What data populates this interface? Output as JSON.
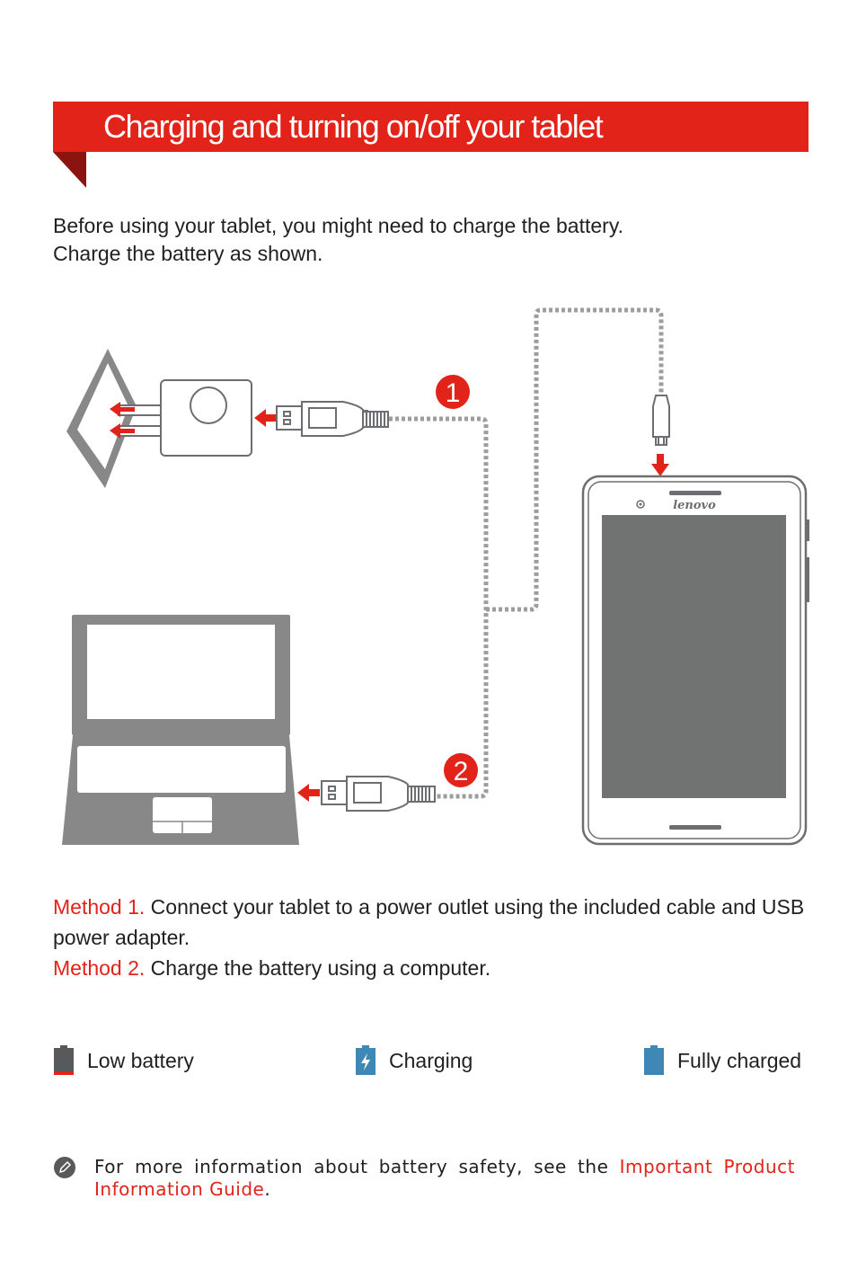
{
  "header": {
    "title": "Charging and turning on/off your tablet"
  },
  "intro": {
    "line1": "Before using your tablet, you might need to charge the battery.",
    "line2": "Charge the battery as shown."
  },
  "figure": {
    "step1": "1",
    "step2": "2",
    "brand": "lenovo"
  },
  "methods": [
    {
      "label": "Method 1.",
      "text": " Connect your tablet to a power outlet using the included cable and USB power adapter."
    },
    {
      "label": "Method 2.",
      "text": " Charge the battery using a computer."
    }
  ],
  "legend": {
    "low": "Low battery",
    "charging": "Charging",
    "full": "Fully charged"
  },
  "note": {
    "prefix": "For more information about battery safety, see the ",
    "link": "Important Product Information Guide",
    "suffix": "."
  },
  "colors": {
    "accent": "#e2231a",
    "battery_low": "#58595b",
    "battery_charging": "#3f87b5",
    "battery_full": "#3f87b5",
    "cable": "#9d9d9c"
  }
}
